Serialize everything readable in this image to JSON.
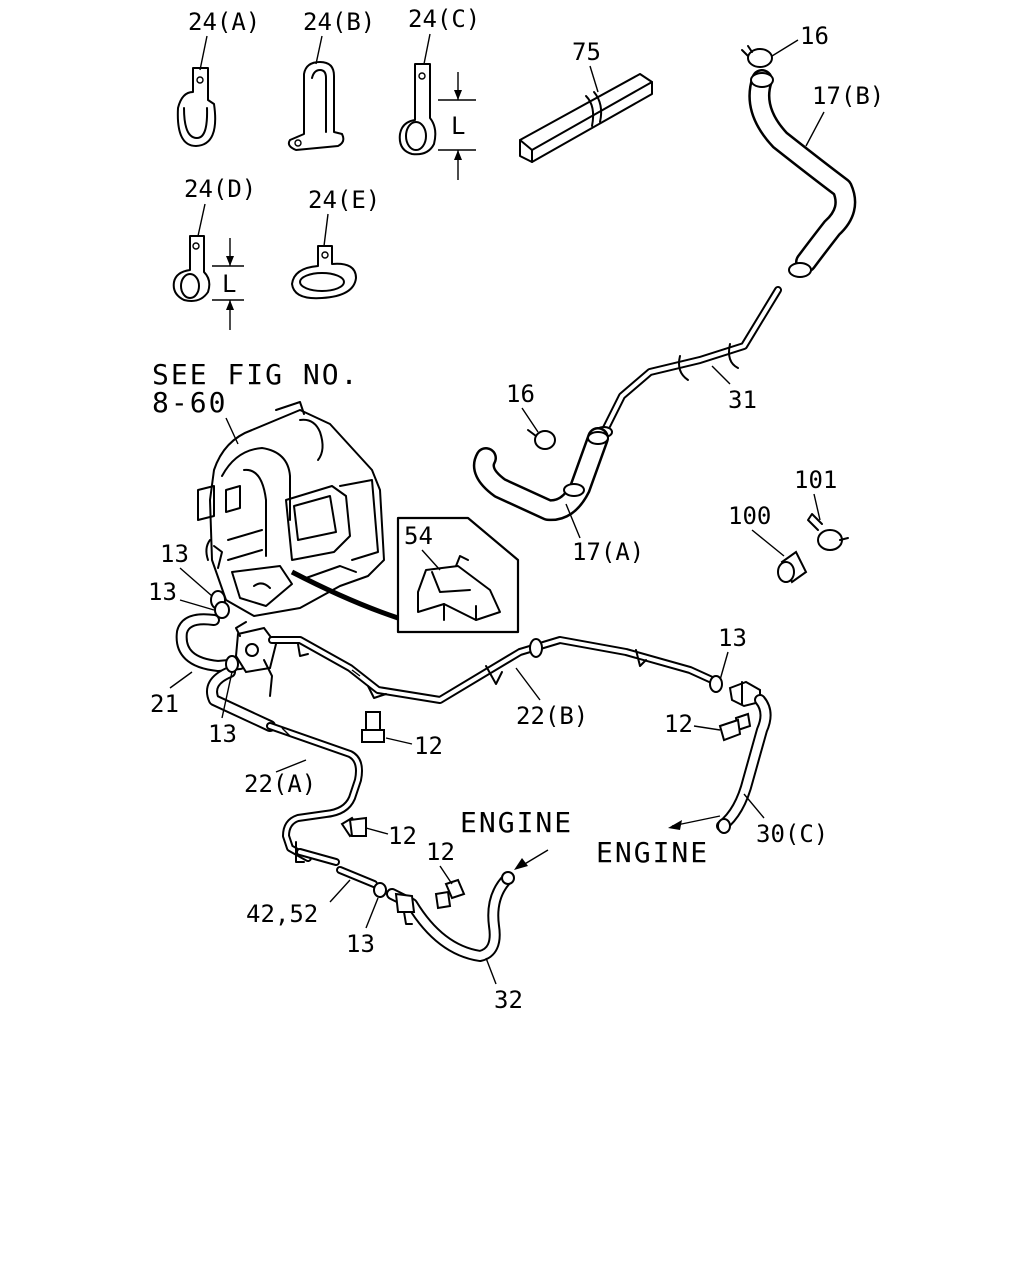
{
  "diagram": {
    "labels": {
      "l24a": "24(A)",
      "l24b": "24(B)",
      "l24c": "24(C)",
      "l24d": "24(D)",
      "l24e": "24(E)",
      "lL1": "L",
      "lL2": "L",
      "l75": "75",
      "l16a": "16",
      "l17b": "17(B)",
      "l31": "31",
      "l16b": "16",
      "l17a": "17(A)",
      "l101": "101",
      "l100": "100",
      "seefig1": "SEE FIG NO.",
      "seefig2": "8-60",
      "l54": "54",
      "l13a": "13",
      "l13b": "13",
      "l21": "21",
      "l13c": "13",
      "l12a": "12",
      "l22b": "22(B)",
      "l13d": "13",
      "l12b": "12",
      "l22a": "22(A)",
      "l30c": "30(C)",
      "l12c": "12",
      "lengine1": "ENGINE",
      "l12d": "12",
      "lengine2": "ENGINE",
      "l4252": "42,52",
      "l13e": "13",
      "l32": "32"
    }
  }
}
